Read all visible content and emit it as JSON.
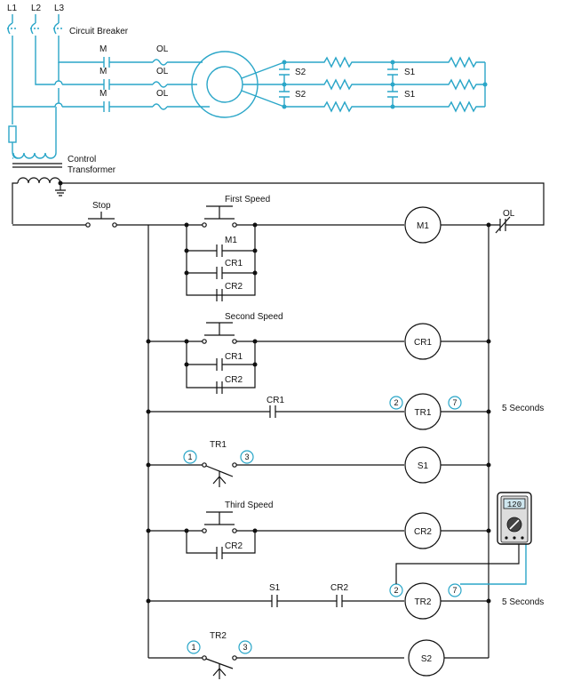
{
  "power": {
    "lines": [
      "L1",
      "L2",
      "L3"
    ],
    "breaker_label": "Circuit Breaker",
    "contact_labels": [
      "M",
      "M",
      "M"
    ],
    "overload_labels": [
      "OL",
      "OL",
      "OL"
    ],
    "speed_contacts": [
      "S2",
      "S2",
      "S1",
      "S1"
    ],
    "transformer_label_1": "Control",
    "transformer_label_2": "Transformer"
  },
  "control": {
    "stop_label": "Stop",
    "ol_label": "OL",
    "first_speed_label": "First Speed",
    "second_speed_label": "Second Speed",
    "third_speed_label": "Third Speed",
    "m1_contact": "M1",
    "cr1_contact": "CR1",
    "cr2_contact": "CR2",
    "r2_cr1": "CR1",
    "r2_cr2": "CR2",
    "r3_cr1": "CR1",
    "r5_cr2": "CR2",
    "r6_s1": "S1",
    "r6_cr2": "CR2",
    "tr1_contact": "TR1",
    "tr2_contact": "TR2",
    "coils": {
      "m1": "M1",
      "cr1": "CR1",
      "tr1": "TR1",
      "s1": "S1",
      "cr2": "CR2",
      "tr2": "TR2",
      "s2": "S2"
    },
    "tr1_time": "5 Seconds",
    "tr2_time": "5 Seconds",
    "terminals": {
      "tr1_a": "2",
      "tr1_b": "7",
      "tr1c_a": "1",
      "tr1c_b": "3",
      "tr2_a": "2",
      "tr2_b": "7",
      "tr2c_a": "1",
      "tr2c_b": "3"
    }
  },
  "meter": {
    "reading": "120"
  }
}
